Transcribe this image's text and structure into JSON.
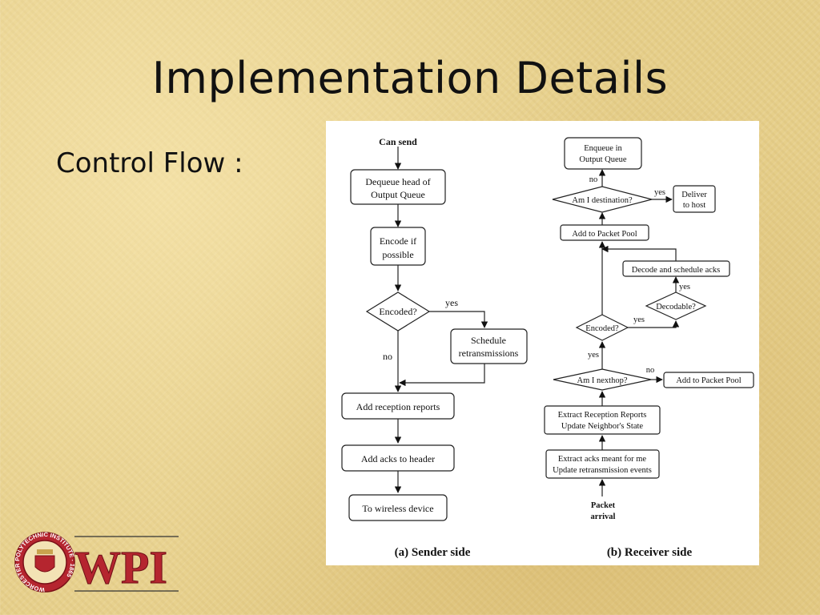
{
  "slide": {
    "title": "Implementation Details",
    "subtitle": "Control Flow :"
  },
  "sender": {
    "start": "Can send",
    "dequeue": [
      "Dequeue head of",
      "Output Queue"
    ],
    "encode": [
      "Encode if",
      "possible"
    ],
    "encoded": "Encoded?",
    "yes": "yes",
    "no": "no",
    "schedule": [
      "Schedule",
      "retransmissions"
    ],
    "add_reports": "Add reception reports",
    "add_acks": "Add acks to header",
    "to_wireless": "To wireless device",
    "caption": "(a) Sender side"
  },
  "receiver": {
    "enqueue": [
      "Enqueue in",
      "Output Queue"
    ],
    "no_top": "no",
    "destination": "Am I destination?",
    "yes_dest": "yes",
    "deliver": [
      "Deliver",
      "to host"
    ],
    "add_pool": "Add to Packet Pool",
    "decode_sched": "Decode and schedule acks",
    "yes_decodable": "yes",
    "decodable": "Decodable?",
    "yes_encoded": "yes",
    "encoded": "Encoded?",
    "yes_nexthop": "yes",
    "nexthop": "Am I nexthop?",
    "no_nexthop": "no",
    "add_pool2": "Add to Packet Pool",
    "extract_reports": [
      "Extract Reception Reports",
      "Update Neighbor's State"
    ],
    "extract_acks": [
      "Extract acks meant for me",
      "Update retransmission events"
    ],
    "arrival": [
      "Packet",
      "arrival"
    ],
    "caption": "(b) Receiver side"
  },
  "logo": {
    "text": "WPI",
    "seal_text": "WORCESTER POLYTECHNIC INSTITUTE · 1865"
  },
  "colors": {
    "logo_red": "#b5252f",
    "logo_gold": "#c9a34e"
  }
}
